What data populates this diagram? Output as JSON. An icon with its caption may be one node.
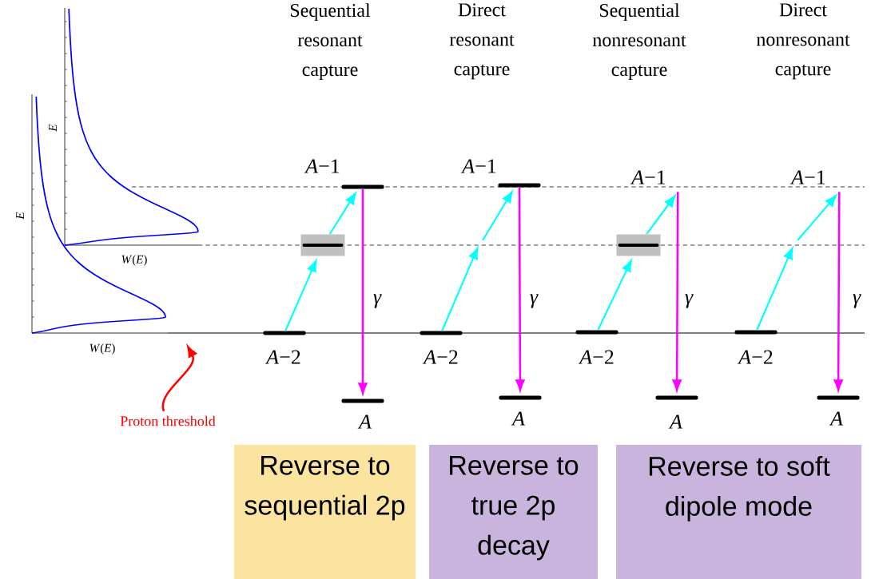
{
  "diagram": {
    "nodes": [
      {
        "text": [
          "Reverse to sequential 2p"
        ]
      },
      {
        "text": [
          "Reverse to true 2p decay"
        ]
      },
      {
        "text": [
          "Reverse to soft dipole mode"
        ]
      },
      {
        "text": [],
        "shape": "bar",
        "beside": [
          "*A*−2"
        ]
      },
      {
        "text": [],
        "shape": "bar"
      },
      {
        "text": [],
        "shape": "bar",
        "beside": [
          "*A*−1"
        ]
      },
      {
        "text": [],
        "shape": "bar",
        "beside": [
          "A"
        ]
      },
      {
        "text": [],
        "shape": "bar",
        "beside": [
          "*A*−2"
        ]
      },
      {
        "text": [],
        "shape": "bar",
        "beside": [
          "*A*−1"
        ]
      },
      {
        "text": [],
        "shape": "bar",
        "beside": [
          "A"
        ]
      },
      {
        "text": [],
        "shape": "bar",
        "beside": [
          "*A*−2"
        ]
      },
      {
        "text": [],
        "shape": "bar"
      },
      {
        "text": [
          "*A*−1"
        ]
      },
      {
        "text": [],
        "shape": "bar",
        "beside": [
          "A"
        ]
      },
      {
        "text": [],
        "shape": "bar",
        "beside": [
          "*A*−2"
        ]
      },
      {
        "text": [
          "*A*−1"
        ]
      },
      {
        "text": [],
        "shape": "bar",
        "beside": [
          "A"
        ]
      },
      {
        "text": [
          "Proton threshold"
        ]
      }
    ],
    "edges": [
      {
        "from": 3,
        "to": 4,
        "arrow": "to"
      },
      {
        "from": 4,
        "to": 5,
        "arrow": "to"
      },
      {
        "from": 5,
        "to": 6,
        "arrow": "to",
        "label": "γ",
        "color": "#ff00ff"
      },
      {
        "from": 7,
        "to": null,
        "arrow": "to"
      },
      {
        "from": null,
        "to": 8,
        "arrow": "to"
      },
      {
        "from": 8,
        "to": 9,
        "arrow": "to",
        "label": "γ",
        "color": "#ff00ff"
      },
      {
        "from": 10,
        "to": 11,
        "arrow": "to"
      },
      {
        "from": 11,
        "to": 12,
        "arrow": "to"
      },
      {
        "from": 12,
        "to": 13,
        "arrow": "to",
        "label": "γ",
        "color": "#ff00ff"
      },
      {
        "from": 14,
        "to": null,
        "arrow": "to"
      },
      {
        "from": null,
        "to": 15,
        "arrow": "to"
      },
      {
        "from": 15,
        "to": 16,
        "arrow": "to",
        "label": "γ",
        "color": "#ff00ff"
      },
      {
        "from": 17,
        "to": null,
        "arrow": "to",
        "color": "#ff0000"
      }
    ],
    "labels": [
      "Sequential resonant capture",
      "Direct resonant capture",
      "Sequential nonresonant capture",
      "Direct nonresonant capture",
      "E",
      "E",
      "*W*(*E*)",
      "*W*(*E*)"
    ]
  }
}
